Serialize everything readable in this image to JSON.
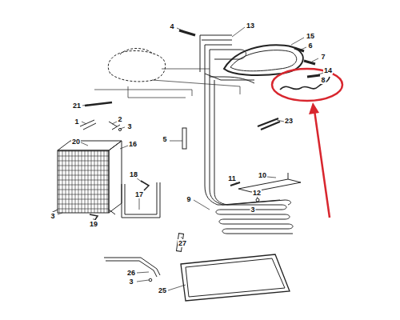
{
  "diagram": {
    "labels": [
      "4",
      "13",
      "15",
      "6",
      "7",
      "14",
      "8",
      "23",
      "21",
      "1",
      "2",
      "3",
      "20",
      "16",
      "18",
      "5",
      "17",
      "11",
      "10",
      "12",
      "3",
      "9",
      "3",
      "19",
      "27",
      "26",
      "3",
      "25"
    ]
  }
}
